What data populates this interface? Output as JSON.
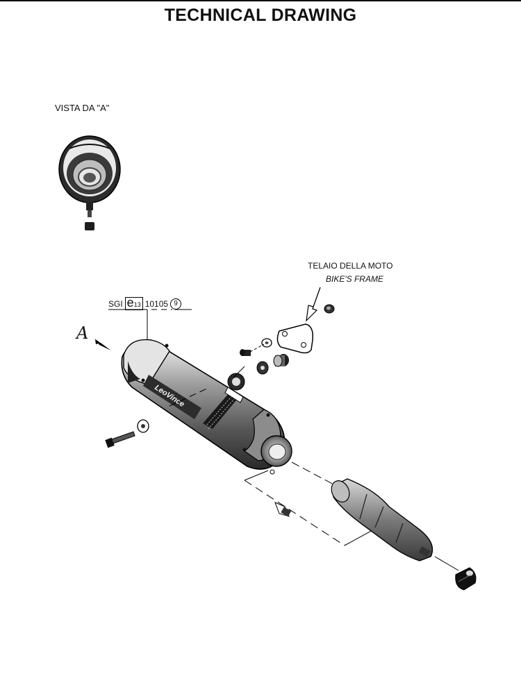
{
  "page": {
    "title": "TECHNICAL DRAWING"
  },
  "front_view": {
    "label": "VISTA DA \"A\""
  },
  "frame": {
    "label_it": "TELAIO DELLA MOTO",
    "label_en": "BIKE'S FRAME"
  },
  "callout": {
    "letter": "A"
  },
  "homologation": {
    "prefix": "SGI",
    "e_letter": "e",
    "e_number": "13",
    "approval_number": "10105",
    "circled_number": "9"
  },
  "brand_mark": {
    "text": "LeoVince"
  }
}
